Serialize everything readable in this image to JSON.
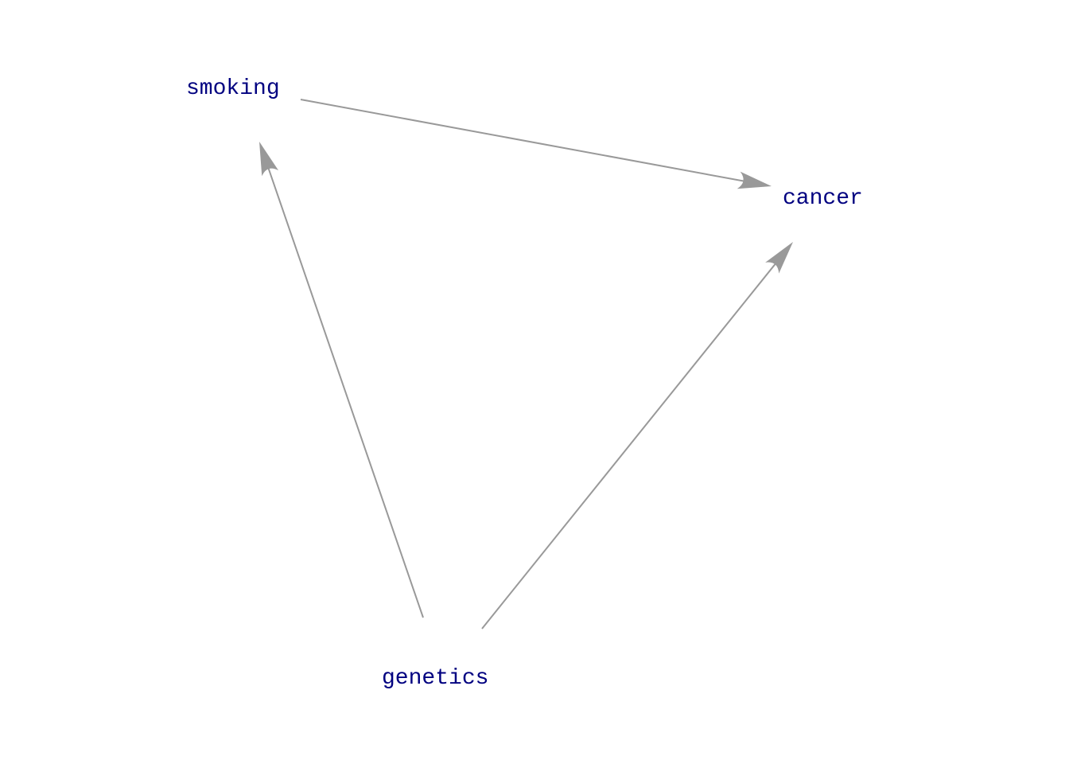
{
  "colors": {
    "node_text": "#000080",
    "edge": "#999999",
    "background": "#ffffff"
  },
  "nodes": {
    "smoking": {
      "label": "smoking"
    },
    "cancer": {
      "label": "cancer"
    },
    "genetics": {
      "label": "genetics"
    }
  },
  "edges": [
    {
      "from": "smoking",
      "to": "cancer"
    },
    {
      "from": "genetics",
      "to": "smoking"
    },
    {
      "from": "genetics",
      "to": "cancer"
    }
  ]
}
